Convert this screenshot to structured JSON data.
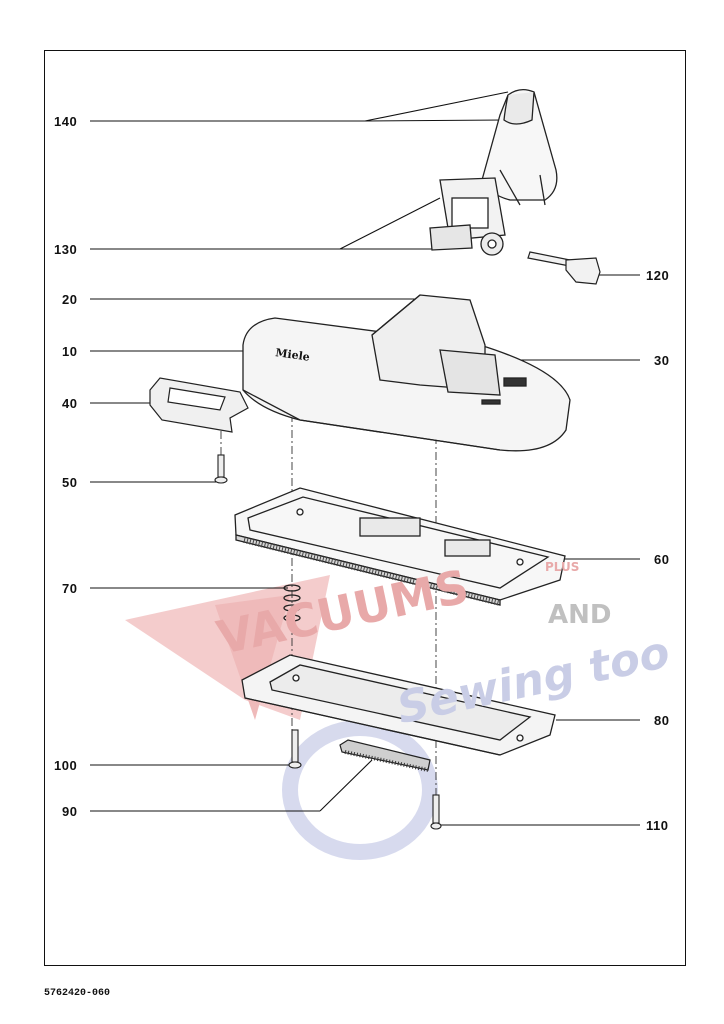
{
  "diagram": {
    "callouts": [
      {
        "id": "140",
        "label": "140"
      },
      {
        "id": "130",
        "label": "130"
      },
      {
        "id": "120",
        "label": "120"
      },
      {
        "id": "20",
        "label": "20"
      },
      {
        "id": "10",
        "label": "10"
      },
      {
        "id": "30",
        "label": "30"
      },
      {
        "id": "40",
        "label": "40"
      },
      {
        "id": "50",
        "label": "50"
      },
      {
        "id": "60",
        "label": "60"
      },
      {
        "id": "70",
        "label": "70"
      },
      {
        "id": "80",
        "label": "80"
      },
      {
        "id": "100",
        "label": "100"
      },
      {
        "id": "90",
        "label": "90"
      },
      {
        "id": "110",
        "label": "110"
      }
    ],
    "brand_on_part": "Miele",
    "part_number": "5762420-060"
  },
  "watermark": {
    "line1": "VACUUMS",
    "line1_small": "PLUS",
    "and": "AND",
    "line2": "Sewing too",
    "colors": {
      "red": "#e8a9a9",
      "blue": "#c9cde6"
    }
  }
}
